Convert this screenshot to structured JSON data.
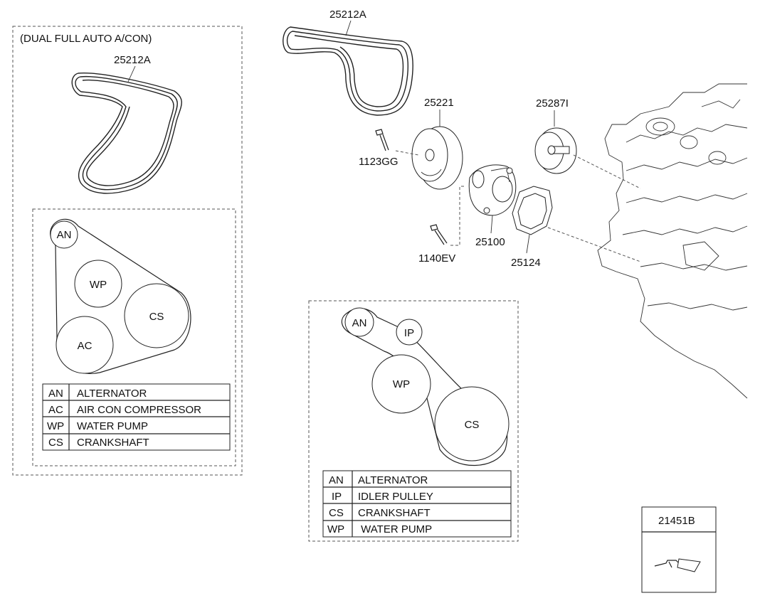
{
  "left_group": {
    "title": "(DUAL FULL AUTO A/CON)",
    "belt_part_no": "25212A",
    "pulleys": [
      {
        "code": "AN"
      },
      {
        "code": "WP"
      },
      {
        "code": "CS"
      },
      {
        "code": "AC"
      }
    ],
    "legend": [
      {
        "code": "AN",
        "name": "ALTERNATOR"
      },
      {
        "code": "AC",
        "name": "AIR CON COMPRESSOR"
      },
      {
        "code": "WP",
        "name": "WATER PUMP"
      },
      {
        "code": "CS",
        "name": "CRANKSHAFT"
      }
    ]
  },
  "main_parts": {
    "belt": "25212A",
    "idler_pulley": "25221",
    "bolt_idler": "1123GG",
    "tensioner": "25287I",
    "water_pump": "25100",
    "bolt_pump": "1140EV",
    "gasket": "25124"
  },
  "center_group": {
    "pulleys": [
      {
        "code": "AN"
      },
      {
        "code": "IP"
      },
      {
        "code": "WP"
      },
      {
        "code": "CS"
      }
    ],
    "legend": [
      {
        "code": "AN",
        "name": "ALTERNATOR"
      },
      {
        "code": "IP",
        "name": "IDLER PULLEY"
      },
      {
        "code": "CS",
        "name": "CRANKSHAFT"
      },
      {
        "code": "WP",
        "name": " WATER PUMP"
      }
    ]
  },
  "sealant_box": {
    "part_no": "21451B"
  }
}
